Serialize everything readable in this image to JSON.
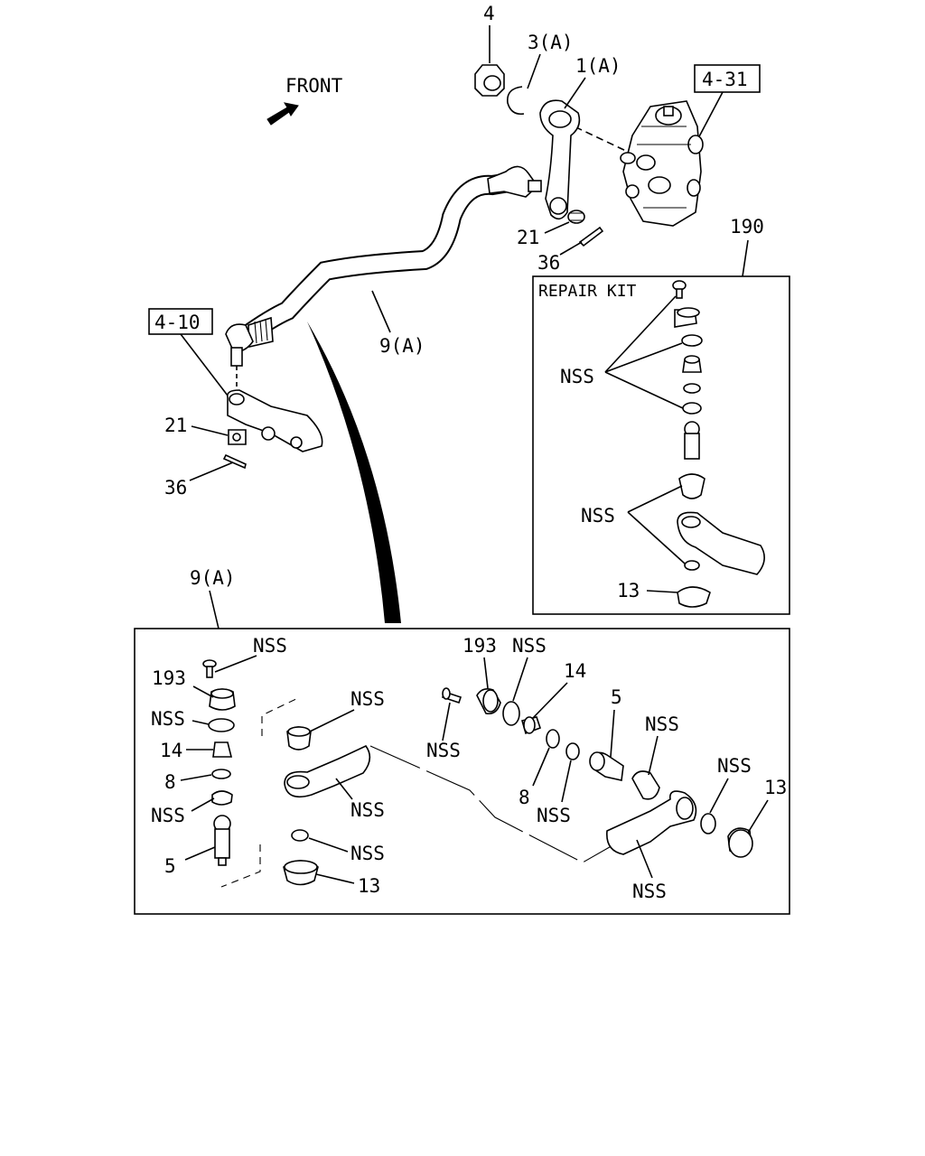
{
  "diagram": {
    "front_label": "FRONT",
    "ref_boxes": {
      "top_right": "4-31",
      "left": "4-10"
    },
    "repair_kit": {
      "ref": "190",
      "title": "REPAIR KIT"
    },
    "labels": {
      "p4": "4",
      "p3a": "3(A)",
      "p1a": "1(A)",
      "p21_top": "21",
      "p36_top": "36",
      "p9a_mid": "9(A)",
      "p21_left": "21",
      "p36_left": "36",
      "kit_nss_a": "NSS",
      "kit_nss_b": "NSS",
      "kit_13": "13",
      "detail_9a": "9(A)",
      "d_nss_bolt": "NSS",
      "d_193": "193",
      "d_nss_oring": "NSS",
      "d_14": "14",
      "d_8": "8",
      "d_nss_seat": "NSS",
      "d_5": "5",
      "d_nss_cup": "NSS",
      "d_nss_body": "NSS",
      "d_nss_ring": "NSS",
      "d_13": "13",
      "x_193": "193",
      "x_nss_oring": "NSS",
      "x_14": "14",
      "x_nss_bolt": "NSS",
      "x_8": "8",
      "x_nss_seat": "NSS",
      "x_5": "5",
      "x_nss_cup": "NSS",
      "x_nss_ring": "NSS",
      "x_13": "13",
      "x_nss_body": "NSS"
    }
  }
}
